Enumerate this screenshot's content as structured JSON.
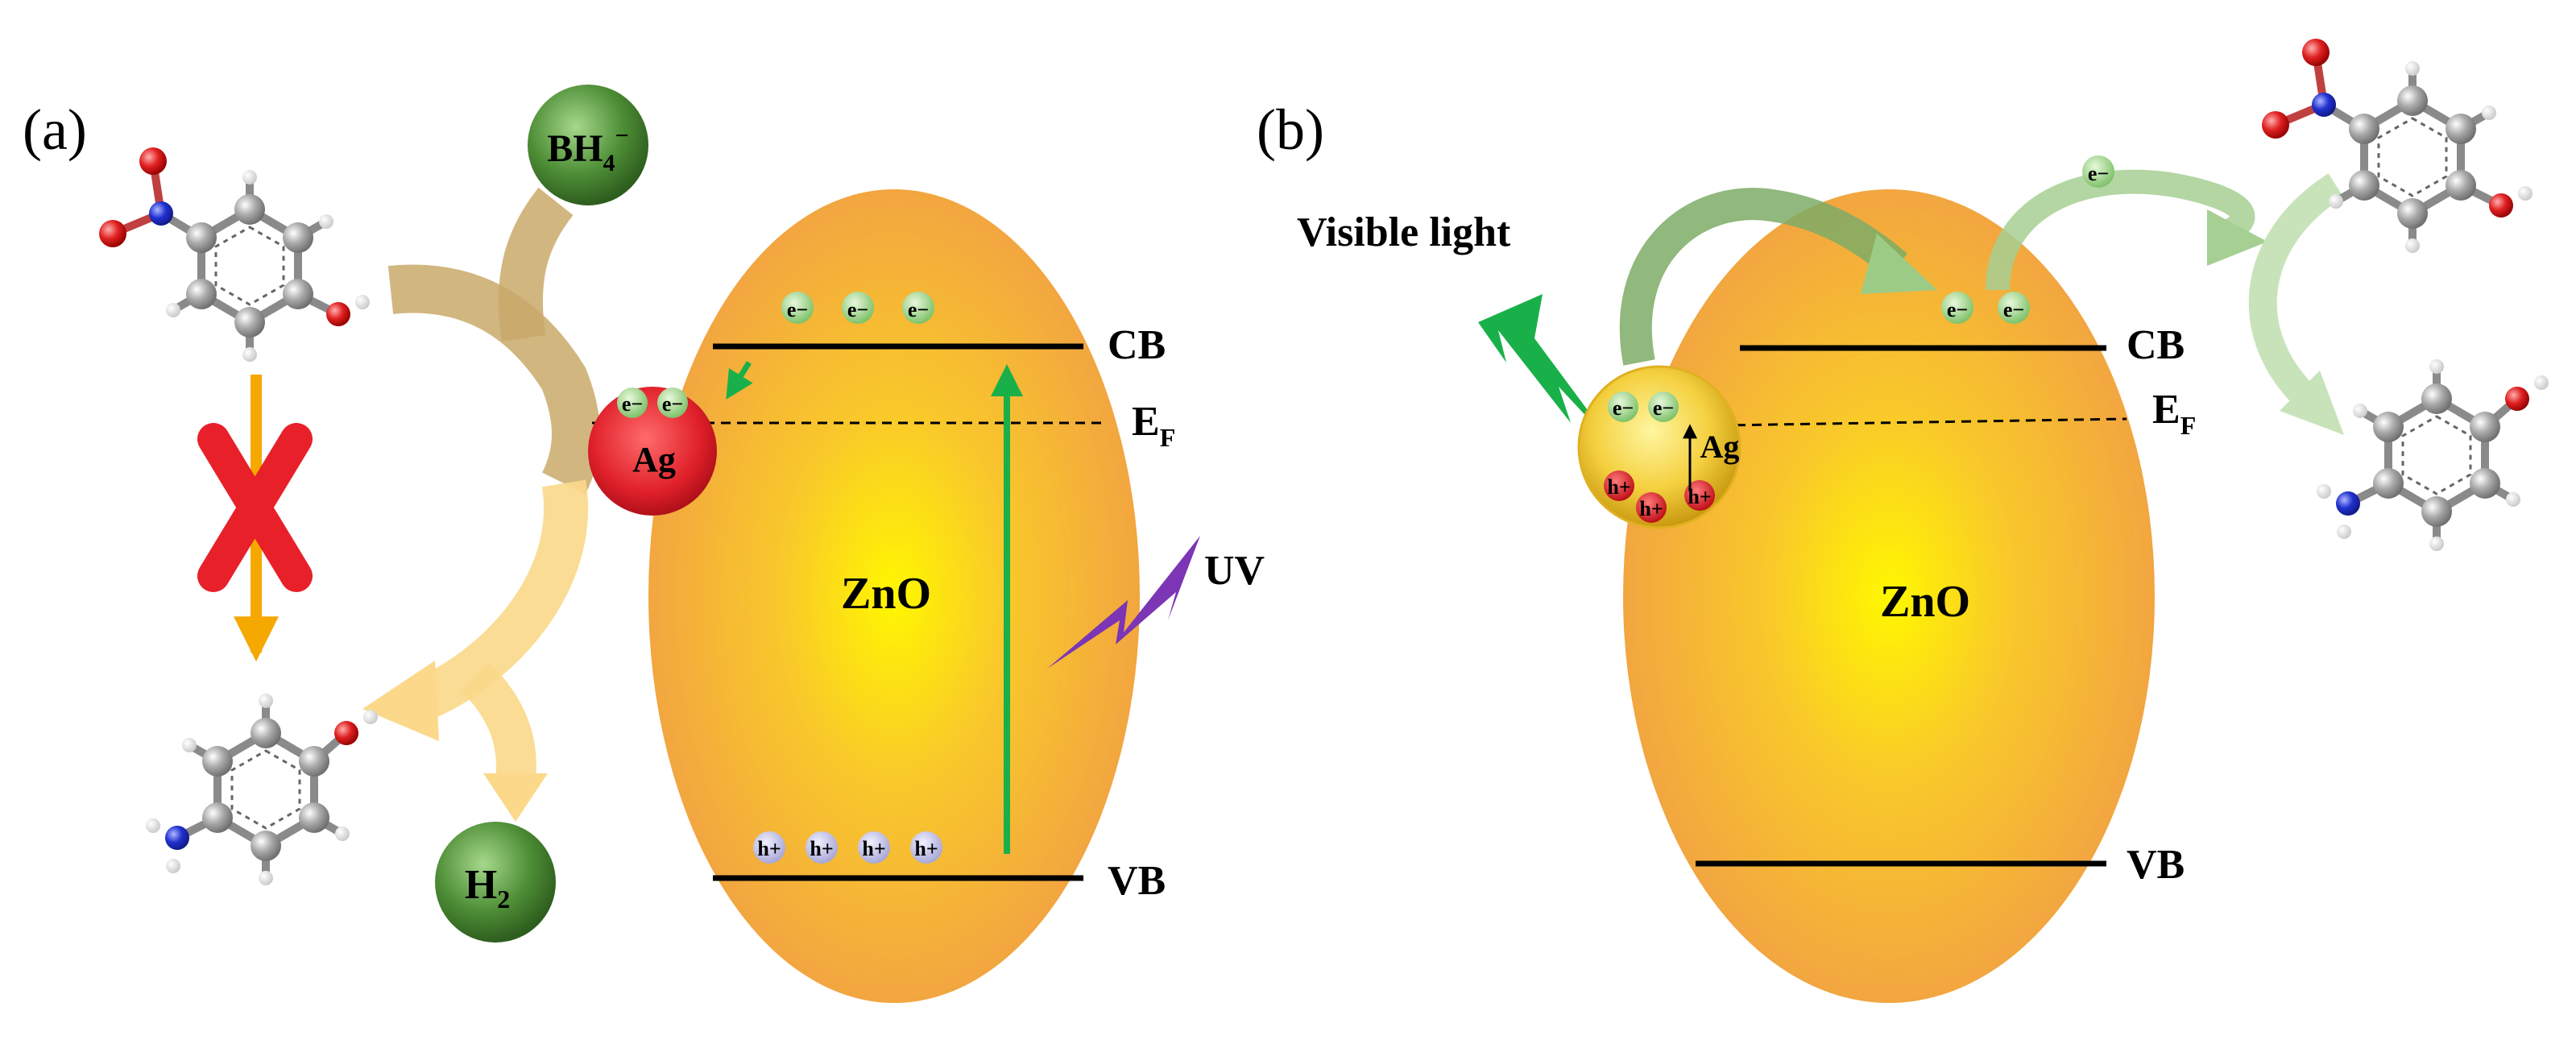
{
  "panel_a": {
    "label": "(a)",
    "oxide_label": "ZnO",
    "metal_label": "Ag",
    "band_labels": {
      "cb": "CB",
      "vb": "VB",
      "fermi_main": "E",
      "fermi_sub": "F"
    },
    "light_label": "UV",
    "reductant": {
      "main": "BH",
      "sub": "4",
      "sup": "−"
    },
    "product_gas": {
      "main": "H",
      "sub": "2"
    },
    "electron": "e−",
    "hole": "h+"
  },
  "panel_b": {
    "label": "(b)",
    "oxide_label": "ZnO",
    "metal_label": "Ag",
    "band_labels": {
      "cb": "CB",
      "vb": "VB",
      "fermi_main": "E",
      "fermi_sub": "F"
    },
    "light_label": "Visible light",
    "electron": "e−",
    "hole": "h+"
  },
  "colors": {
    "zno_outer": "#F2A640",
    "zno_center": "#FFF200",
    "ag_red": "#E0202A",
    "ag_gold": "#F4D03F",
    "ball_green": "#3E7B2E",
    "uv_purple": "#7B35B5",
    "visible_green": "#19B04A",
    "arrow_tan": "#C9A96A",
    "arrow_light": "#FBD88A",
    "cross_red": "#E8202A",
    "arrow_orange": "#F5A800",
    "carbon": "#9A9A9A",
    "oxygen": "#E02020",
    "nitrogen": "#2030D0"
  }
}
